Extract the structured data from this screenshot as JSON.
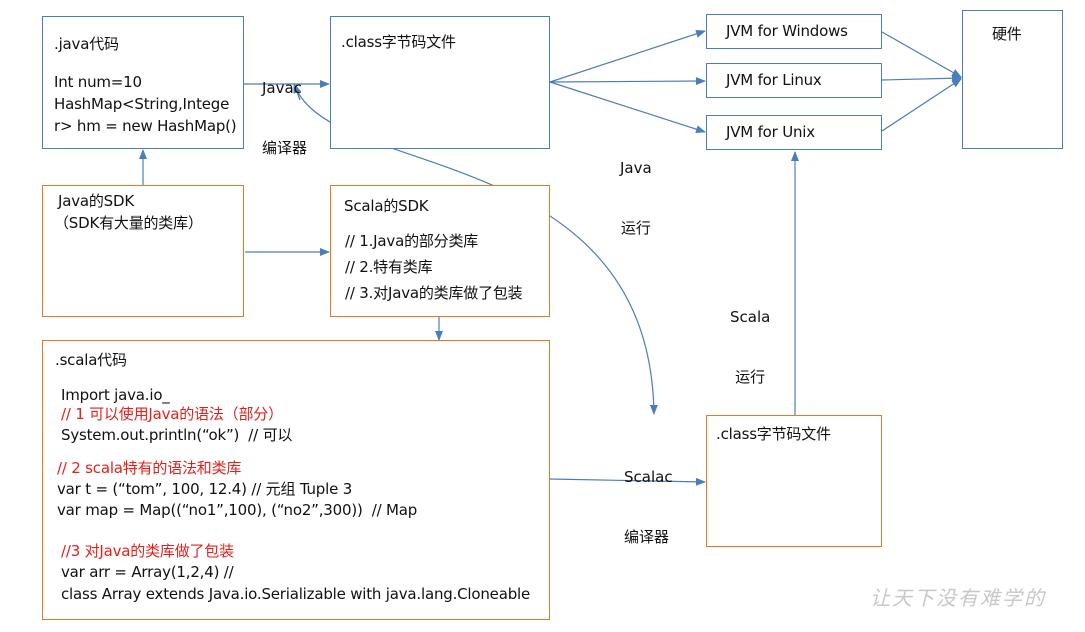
{
  "colors": {
    "blue_line": "#4a7ebb",
    "orange_border": "#e07b2a",
    "red_text": "#e3211c"
  },
  "java_code": {
    "title": ".java代码",
    "line1": "Int num=10",
    "line2": "HashMap<String,Intege",
    "line3": "r> hm = new HashMap()"
  },
  "class_file_top": {
    "title": ".class字节码文件"
  },
  "javac_label": {
    "line1": "Javac",
    "line2": "编译器"
  },
  "jvm": {
    "windows": "JVM for Windows",
    "linux": "JVM for Linux",
    "unix": "JVM for Unix"
  },
  "hardware": {
    "title": "硬件"
  },
  "java_run_label": {
    "line1": "Java",
    "line2": "运行"
  },
  "java_sdk": {
    "line1": "Java的SDK",
    "line2": "（SDK有大量的类库）"
  },
  "scala_sdk": {
    "title": "Scala的SDK",
    "item1": "// 1.Java的部分类库",
    "item2": "// 2.特有类库",
    "item3": "// 3.对Java的类库做了包装"
  },
  "scala_run_label": {
    "line1": "Scala",
    "line2": "运行"
  },
  "scala_code": {
    "title": ".scala代码",
    "import": "Import java.io_",
    "comment1": "// 1 可以使用Java的语法（部分）",
    "println": "System.out.println(“ok”)  // 可以",
    "comment2": "// 2 scala特有的语法和类库",
    "tuple": "var t = (“tom”, 100, 12.4) // 元组 Tuple 3",
    "map": "var map = Map((“no1”,100), (“no2”,300))  // Map",
    "comment3": "//3 对Java的类库做了包装",
    "arr": "var arr = Array(1,2,4) //",
    "classdef": "class Array extends Java.io.Serializable with java.lang.Cloneable"
  },
  "scalac_label": {
    "line1": "Scalac",
    "line2": "编译器"
  },
  "class_file_bottom": {
    "title": ".class字节码文件"
  },
  "watermark": "让天下没有难学的"
}
